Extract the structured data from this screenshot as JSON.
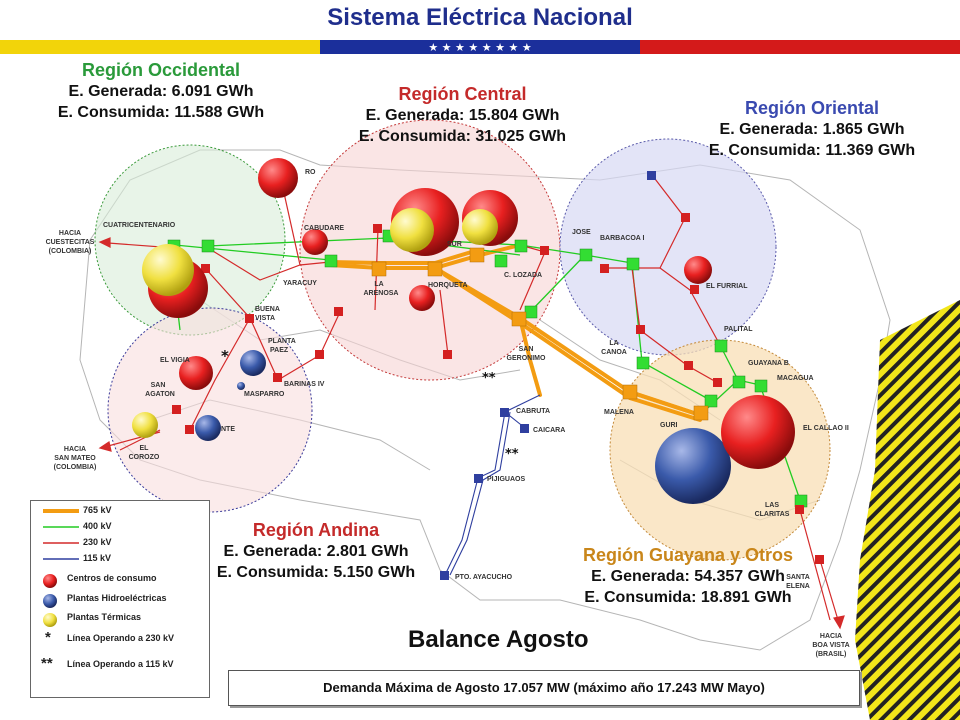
{
  "header": {
    "title": "Sistema Eléctrica Nacional"
  },
  "regions": {
    "occidental": {
      "name": "Región Occidental",
      "generated": "E. Generada: 6.091  GWh",
      "consumed": "E. Consumida: 11.588 GWh"
    },
    "central": {
      "name": "Región Central",
      "generated": "E. Generada: 15.804 GWh",
      "consumed": "E. Consumida: 31.025 GWh"
    },
    "oriental": {
      "name": "Región Oriental",
      "generated": "E. Generada: 1.865 GWh",
      "consumed": "E. Consumida: 11.369 GWh"
    },
    "andina": {
      "name": "Región Andina",
      "generated": "E. Generada: 2.801 GWh",
      "consumed": "E. Consumida: 5.150 GWh"
    },
    "guayana": {
      "name": "Región Guayana y Otros",
      "generated": "E. Generada: 54.357 GWh",
      "consumed": "E. Consumida: 18.891 GWh"
    }
  },
  "map_labels": {
    "hacia_cuestecitas": [
      "HACIA",
      "CUESTECITAS",
      "(COLOMBIA)"
    ],
    "hacia_san_mateo": [
      "HACIA",
      "SAN MATEO",
      "(COLOMBIA)"
    ],
    "hacia_boa_vista": [
      "HACIA",
      "BOA VISTA",
      "(BRASIL)"
    ],
    "cuatricentenario": "CUATRICENTENARIO",
    "ro": "RO",
    "cabudare": "CABUDARE",
    "yaracuy": "YARACUY",
    "la_arenosa": [
      "LA",
      "ARENOSA"
    ],
    "horqueta": "HORQUETA",
    "sur": "SUR",
    "c_lozada": "C. LOZADA",
    "jose": "JOSE",
    "barbacoa": "BARBACOA I",
    "el_furrial": "EL FURRIAL",
    "buena_vista": [
      "BUENA",
      "VISTA"
    ],
    "planta_paez": [
      "PLANTA",
      "PAEZ"
    ],
    "el_vigia": "EL VIGIA",
    "san_agaton": [
      "SAN",
      "AGATON"
    ],
    "masparro": "MASPARRO",
    "barinas": "BARINAS IV",
    "uribante": "NTE",
    "el_corozo": [
      "EL",
      "COROZO"
    ],
    "san_geronimo": [
      "SAN",
      "GERONIMO"
    ],
    "la_canoa": [
      "LA",
      "CANOA"
    ],
    "palital": "PALITAL",
    "guayana_b": "GUAYANA B",
    "macagua": "MACAGUA",
    "el_callao": "EL CALLAO II",
    "malena": "MALENA",
    "guri": "GURI",
    "cabruta": "CABRUTA",
    "caicara": "CAICARA",
    "pijiguaos": "PIJIGUAOS",
    "pto_ayacucho": "PTO. AYACUCHO",
    "las_claritas": [
      "LAS",
      "CLARITAS"
    ],
    "santa_elena": [
      "SANTA",
      "ELENA"
    ],
    "mark_single": "*",
    "mark_double": "**"
  },
  "legend": {
    "kv765": "765 kV",
    "kv400": "400 kV",
    "kv230": "230 kV",
    "kv115": "115 kV",
    "consumo": "Centros de consumo",
    "hidro": "Plantas Hidroeléctricas",
    "termicas": "Plantas Térmicas",
    "star_single": "*",
    "op230": "Línea Operando a 230 kV",
    "star_double": "**",
    "op115": "Línea Operando a 115 kV"
  },
  "balance": "Balance Agosto",
  "demand": "Demanda Máxima de Agosto 17.057 MW (máximo año 17.243 MW Mayo)",
  "colors": {
    "kv765": "#f39c12",
    "kv400": "#22cc22",
    "kv230": "#d42a2a",
    "kv115": "#2f3f9f",
    "consumo": "#e82020",
    "hidro": "#3a5aaa",
    "termica": "#f0e040",
    "title": "#1f2e8c"
  }
}
